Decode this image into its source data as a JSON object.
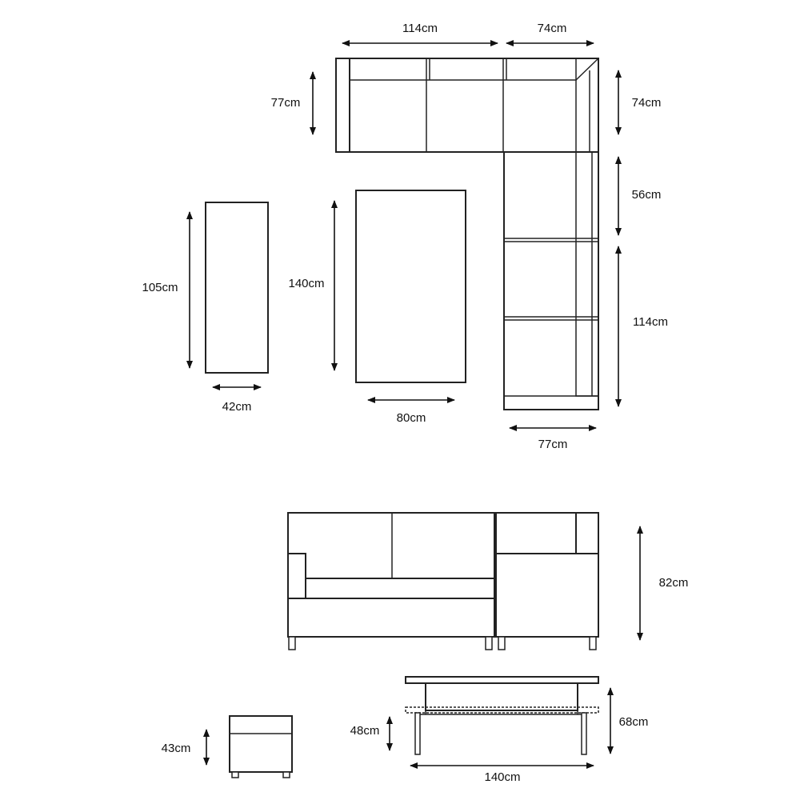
{
  "top_view": {
    "sofa_width_label": "114cm",
    "corner_width_label": "74cm",
    "sofa_depth_label": "77cm",
    "corner_depth_label": "74cm",
    "chaise_upper_label": "56cm",
    "chaise_lower_label": "114cm",
    "chaise_width_label": "77cm",
    "stool_length_label": "105cm",
    "stool_width_label": "42cm",
    "table_length_label": "140cm",
    "table_width_label": "80cm"
  },
  "side_view": {
    "sofa_height_label": "82cm",
    "stool_height_label": "43cm",
    "table_low_height_label": "48cm",
    "table_high_height_label": "68cm",
    "table_length_label": "140cm"
  }
}
